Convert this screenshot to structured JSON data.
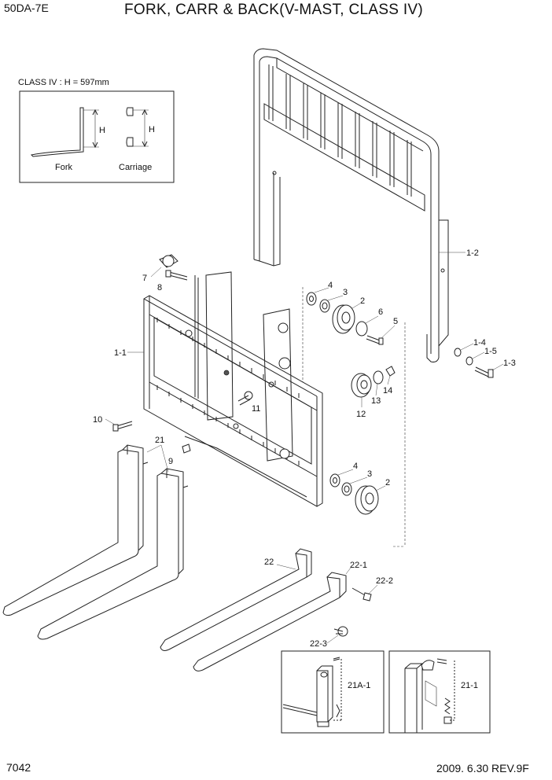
{
  "header": {
    "model_code": "50DA-7E",
    "title": "FORK, CARR & BACK(V-MAST, CLASS IV)"
  },
  "footer": {
    "page_number": "7042",
    "revision": "2009. 6.30 REV.9F"
  },
  "class_box": {
    "title": "CLASS IV : H = 597mm",
    "fork_caption": "Fork",
    "carriage_caption": "Carriage",
    "dimension_label": "H"
  },
  "part_labels": {
    "backrest": "1-2",
    "carriage": "1-1",
    "washer_1_4": "1-4",
    "washer_1_5": "1-5",
    "bolt_1_3": "1-3",
    "roller_upper": "2",
    "roller_lower": "2",
    "shim_3_upper": "3",
    "shim_3_lower": "3",
    "shim_4_upper": "4",
    "shim_4_lower": "4",
    "bolt_5": "5",
    "washer_6": "6",
    "knob_7": "7",
    "bolt_8": "8",
    "nut_9": "9",
    "bolt_10": "10",
    "bolt_11": "11",
    "side_roller_12": "12",
    "snap_ring_13": "13",
    "bolt_14": "14",
    "fork_assembly": "21",
    "fork_alt": "22",
    "fork_alt_pin": "22-1",
    "fork_alt_spring": "22-2",
    "fork_alt_knob": "22-3",
    "detail_a": "21A-1",
    "detail_b": "21-1"
  }
}
